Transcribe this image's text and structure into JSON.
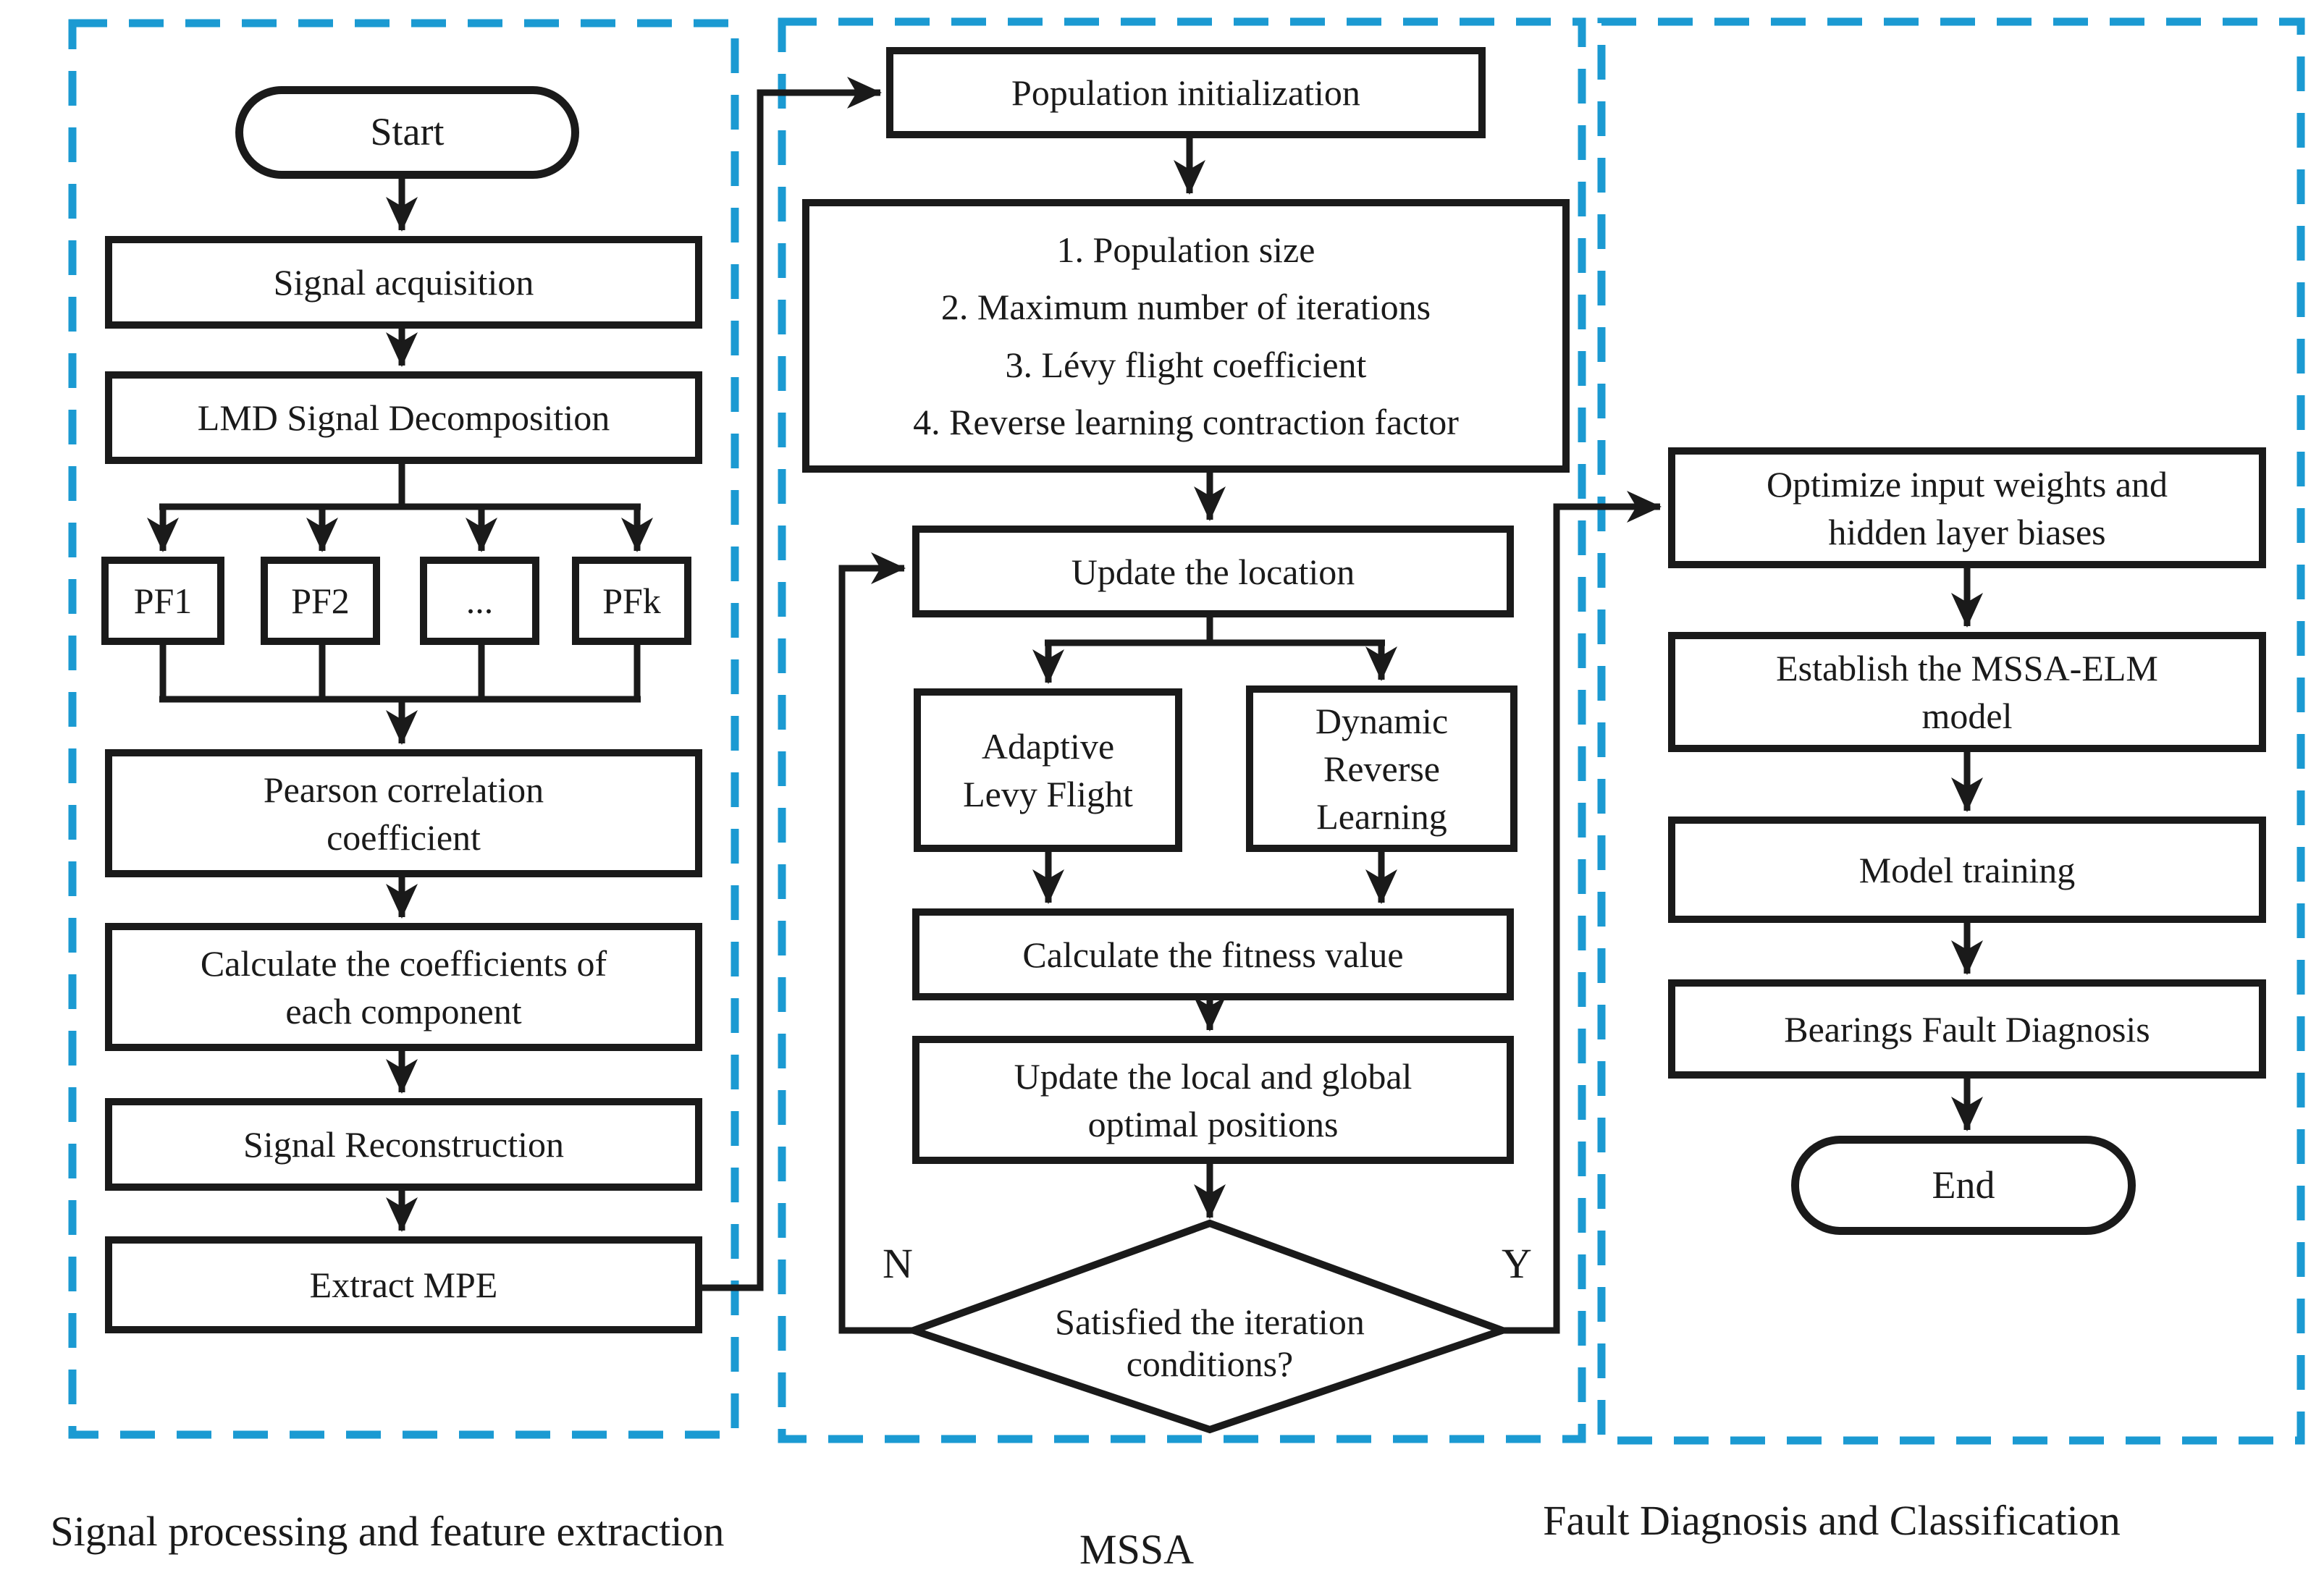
{
  "figure": {
    "type": "flowchart",
    "title": "MSSA-ELM bearing fault diagnosis flowchart"
  },
  "colors": {
    "panel_border": "#1b9ad2",
    "stroke": "#1a1a1a",
    "background": "#ffffff",
    "node_fill": "#ffffff"
  },
  "panels": {
    "left": {
      "caption": "Signal processing and feature extraction"
    },
    "middle": {
      "caption": "MSSA"
    },
    "right": {
      "caption": "Fault Diagnosis and Classification"
    }
  },
  "nodes": {
    "start": "Start",
    "signal_acquisition": "Signal acquisition",
    "lmd_decomposition": "LMD Signal Decomposition",
    "pf1": "PF1",
    "pf2": "PF2",
    "pf_ellipsis": "...",
    "pfk": "PFk",
    "pearson": "Pearson correlation\ncoefficient",
    "calculate_coefficients": "Calculate the coefficients of\neach component",
    "signal_reconstruction": "Signal Reconstruction",
    "extract_mpe": "Extract MPE",
    "population_initialization": "Population initialization",
    "parameters": [
      "1. Population size",
      "2. Maximum number of iterations",
      "3. Lévy flight coefficient",
      "4. Reverse learning contraction factor"
    ],
    "update_location": "Update the location",
    "adaptive_levy_flight": "Adaptive\nLevy Flight",
    "dynamic_reverse_learning": "Dynamic\nReverse\nLearning",
    "calculate_fitness": "Calculate the fitness value",
    "update_optimal": "Update the local and global\noptimal positions",
    "iteration_decision": "Satisfied the iteration\nconditions?",
    "branch_no": "N",
    "branch_yes": "Y",
    "optimize_weights": "Optimize input weights and\nhidden layer biases",
    "establish_model": "Establish the MSSA-ELM\nmodel",
    "model_training": "Model training",
    "bearings_fault_diagnosis": "Bearings Fault Diagnosis",
    "end": "End"
  }
}
